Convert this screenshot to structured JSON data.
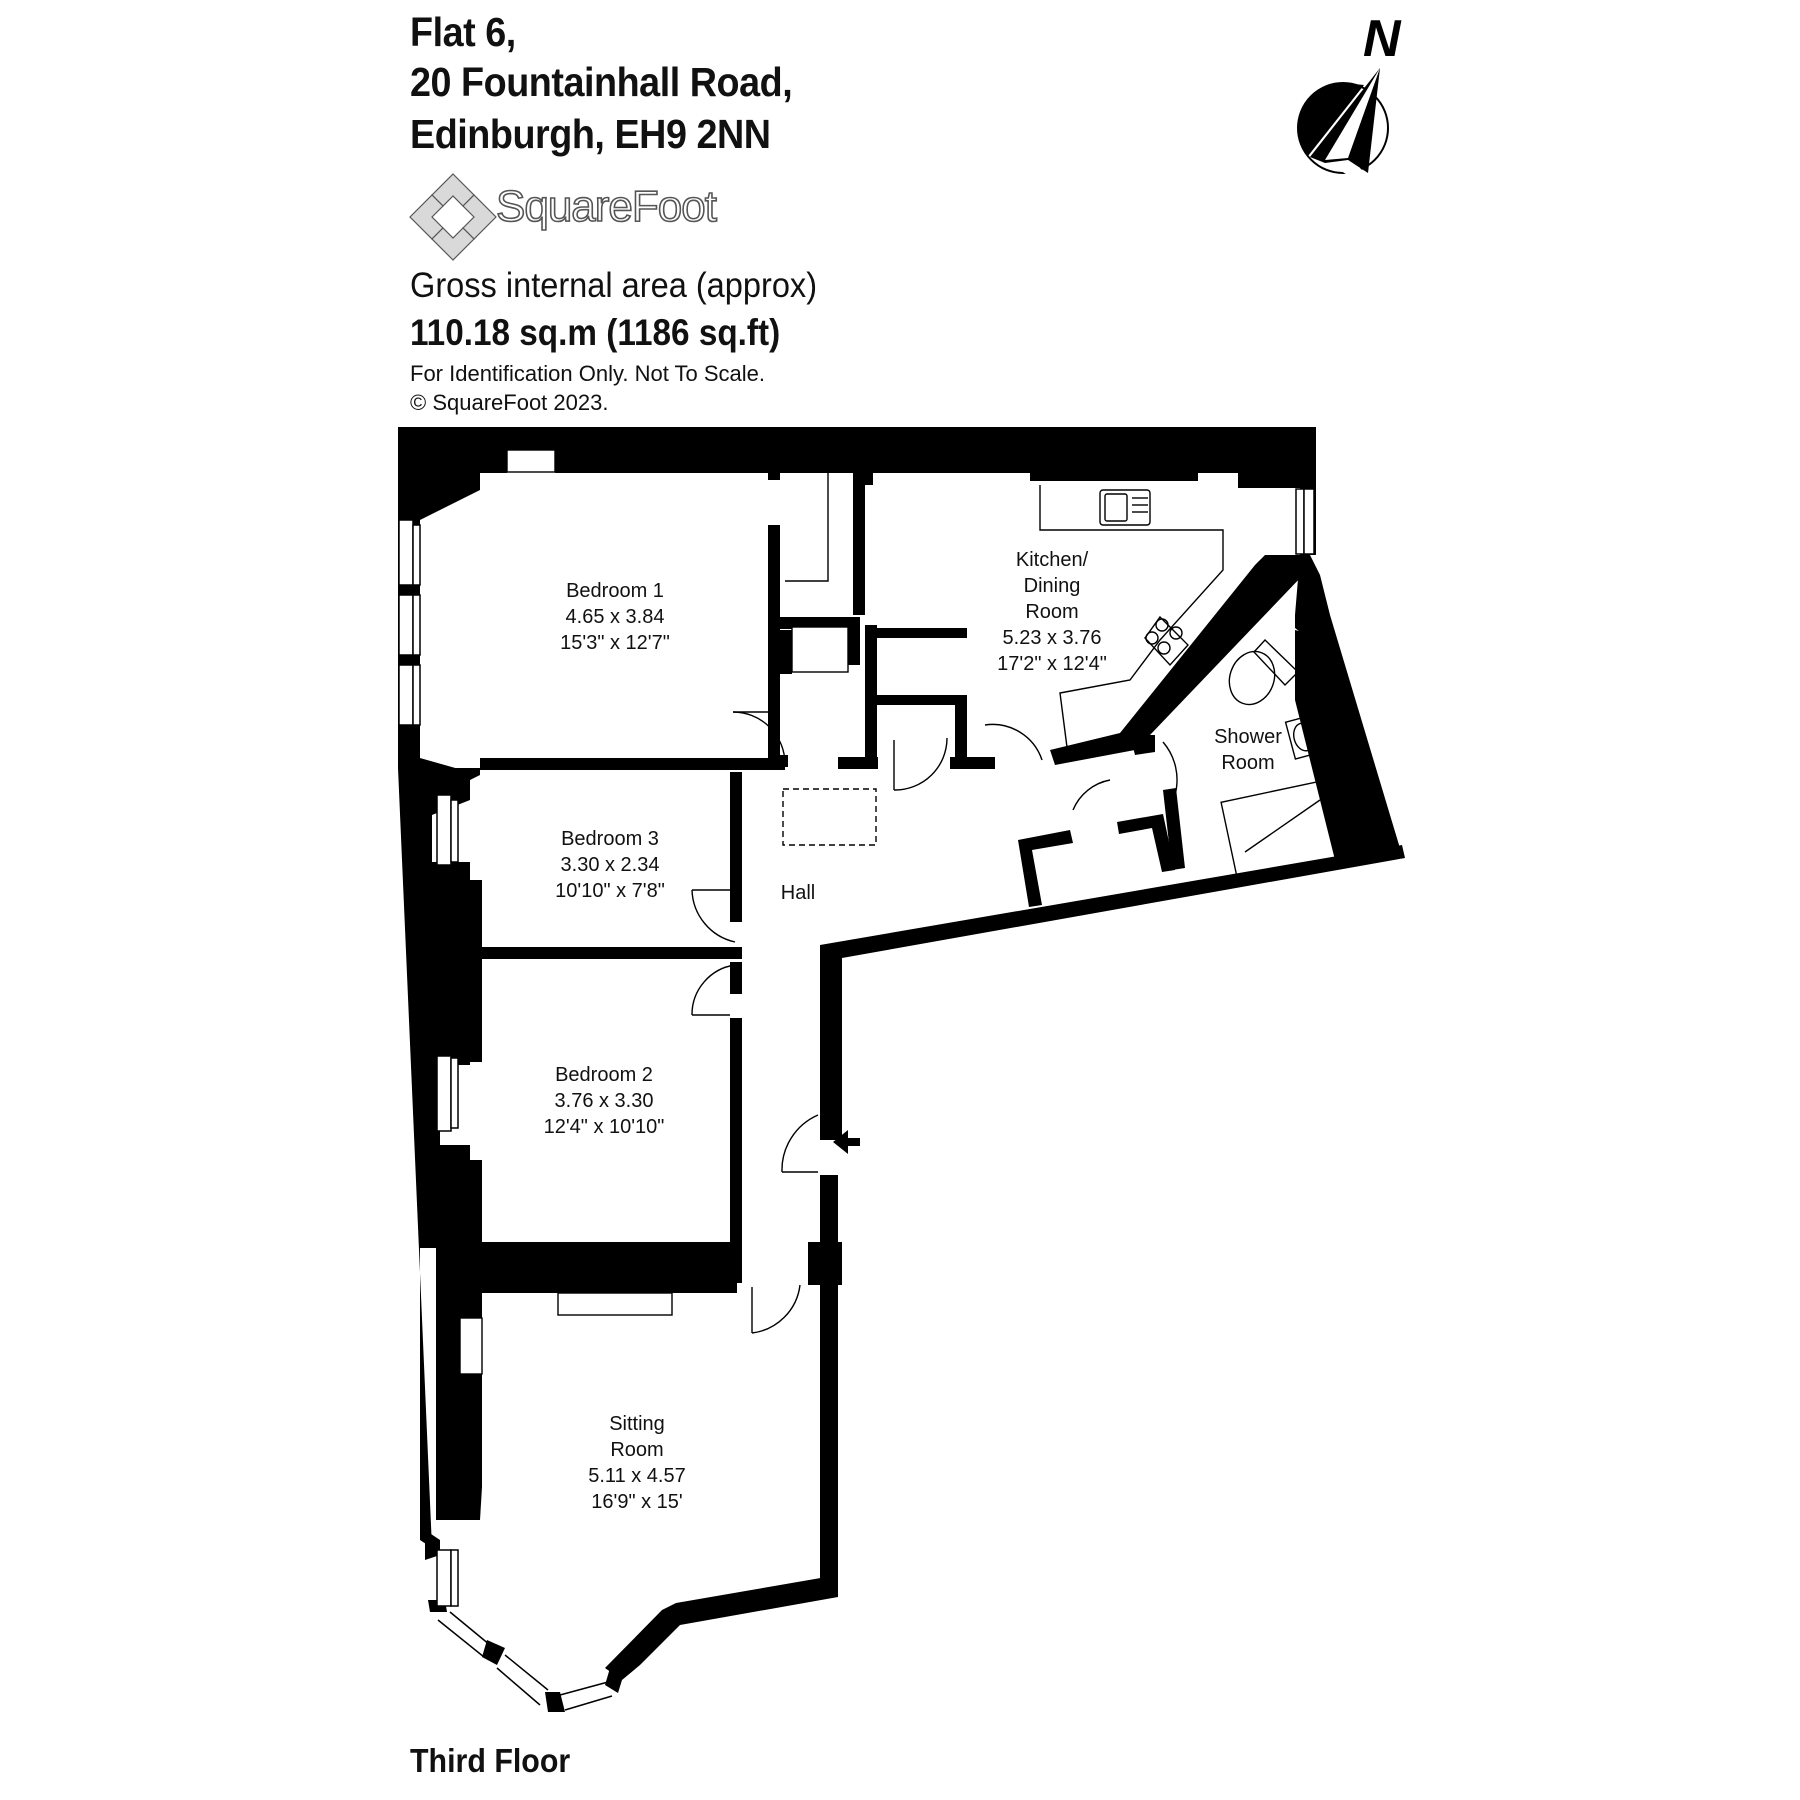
{
  "header": {
    "title_line1": "Flat 6,",
    "title_line2": "20 Fountainhall Road,",
    "title_line3": "Edinburgh, EH9 2NN"
  },
  "logo": {
    "brand": "SquareFoot",
    "icon": "squarefoot-diamond-logo"
  },
  "area": {
    "label": "Gross internal area (approx)",
    "value": "110.18 sq.m (1186 sq.ft)"
  },
  "notes": {
    "disclaimer": "For Identification Only. Not To Scale.",
    "copyright": "© SquareFoot 2023."
  },
  "compass": {
    "label": "N",
    "icon": "north-arrow-icon"
  },
  "floor": {
    "label": "Third Floor"
  },
  "rooms": [
    {
      "name": "Bedroom 1",
      "metric": "4.65 x 3.84",
      "imperial": "15'3\" x 12'7\""
    },
    {
      "name": "Kitchen/",
      "name2": "Dining",
      "name3": "Room",
      "metric": "5.23 x 3.76",
      "imperial": "17'2\" x 12'4\""
    },
    {
      "name": "Shower",
      "name2": "Room"
    },
    {
      "name": "Bedroom 3",
      "metric": "3.30 x 2.34",
      "imperial": "10'10\" x 7'8\""
    },
    {
      "name": "Hall"
    },
    {
      "name": "Bedroom 2",
      "metric": "3.76 x 3.30",
      "imperial": "12'4\" x 10'10\""
    },
    {
      "name": "Sitting",
      "name2": "Room",
      "metric": "5.11 x 4.57",
      "imperial": "16'9\" x 15'"
    }
  ],
  "colors": {
    "wall": "#000000",
    "background": "#ffffff",
    "logo_fill": "#d9d9d9",
    "logo_stroke": "#555555"
  }
}
